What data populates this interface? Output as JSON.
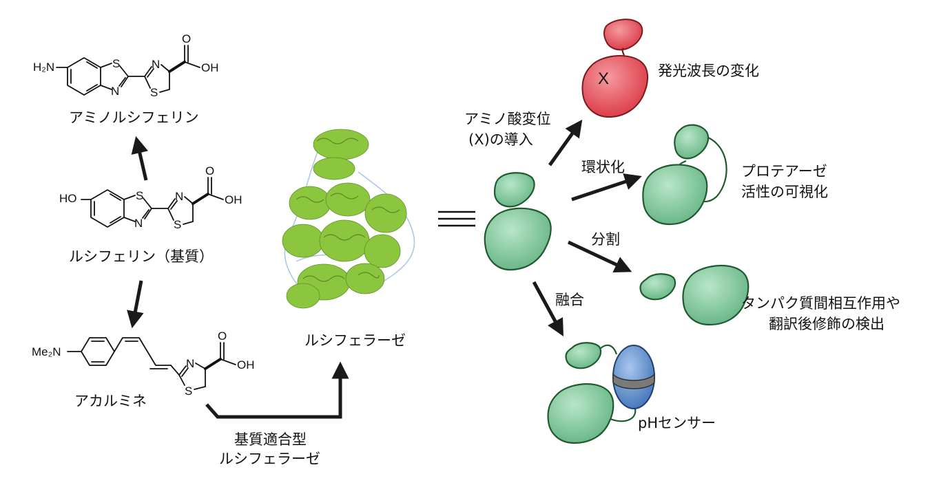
{
  "labels": {
    "aminoluciferin": "アミノルシフェリン",
    "luciferin": "ルシフェリン（基質）",
    "akalumine": "アカルミネ",
    "luciferase": "ルシフェラーゼ",
    "substrate_luciferase_l1": "基質適合型",
    "substrate_luciferase_l2": "ルシフェラーゼ",
    "equiv_symbol": "≡",
    "mutation_l1": "アミノ酸変位",
    "mutation_l2": "(X)の導入",
    "wavelength": "発光波長の変化",
    "x_mark": "X",
    "cyclization": "環状化",
    "protease_l1": "プロテアーゼ",
    "protease_l2": "活性の可視化",
    "split": "分割",
    "ppi_l1": "タンパク質間相互作用や",
    "ppi_l2": "翻訳後修飾の検出",
    "fusion": "融合",
    "ph_sensor": "pHセンサー"
  },
  "atoms": {
    "h2n": "H₂N",
    "s": "S",
    "n": "N",
    "oh": "OH",
    "o": "O",
    "ho": "HO",
    "me2n": "Me₂N"
  },
  "colors": {
    "protein_fill": "#7fc89c",
    "protein_stroke": "#1e5a2e",
    "mutant_fill": "#e0404a",
    "sensor_fill": "#4f86c6",
    "ribbon_green": "#8cc63f",
    "ribbon_blue": "#a9c4e8"
  }
}
